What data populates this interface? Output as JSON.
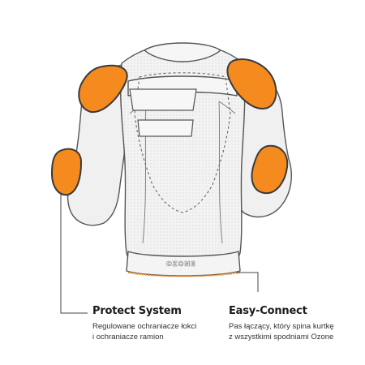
{
  "colors": {
    "armor": "#f58a1f",
    "armor_outline": "#3a3a3a",
    "jacket_fill": "#f2f2f2",
    "jacket_outline": "#555555",
    "zip_highlight": "#f58a1f",
    "leader_line": "#444444"
  },
  "jacket": {
    "logo_text": "OZONE"
  },
  "callouts": {
    "protect": {
      "title": "Protect System",
      "line1": "Regulowane ochraniacze łokci",
      "line2": "i ochraniacze ramion"
    },
    "easy": {
      "title": "Easy-Connect",
      "line1": "Pas łączący, który spina kurtkę",
      "line2": "z wszystkimi spodniami Ozone"
    }
  }
}
